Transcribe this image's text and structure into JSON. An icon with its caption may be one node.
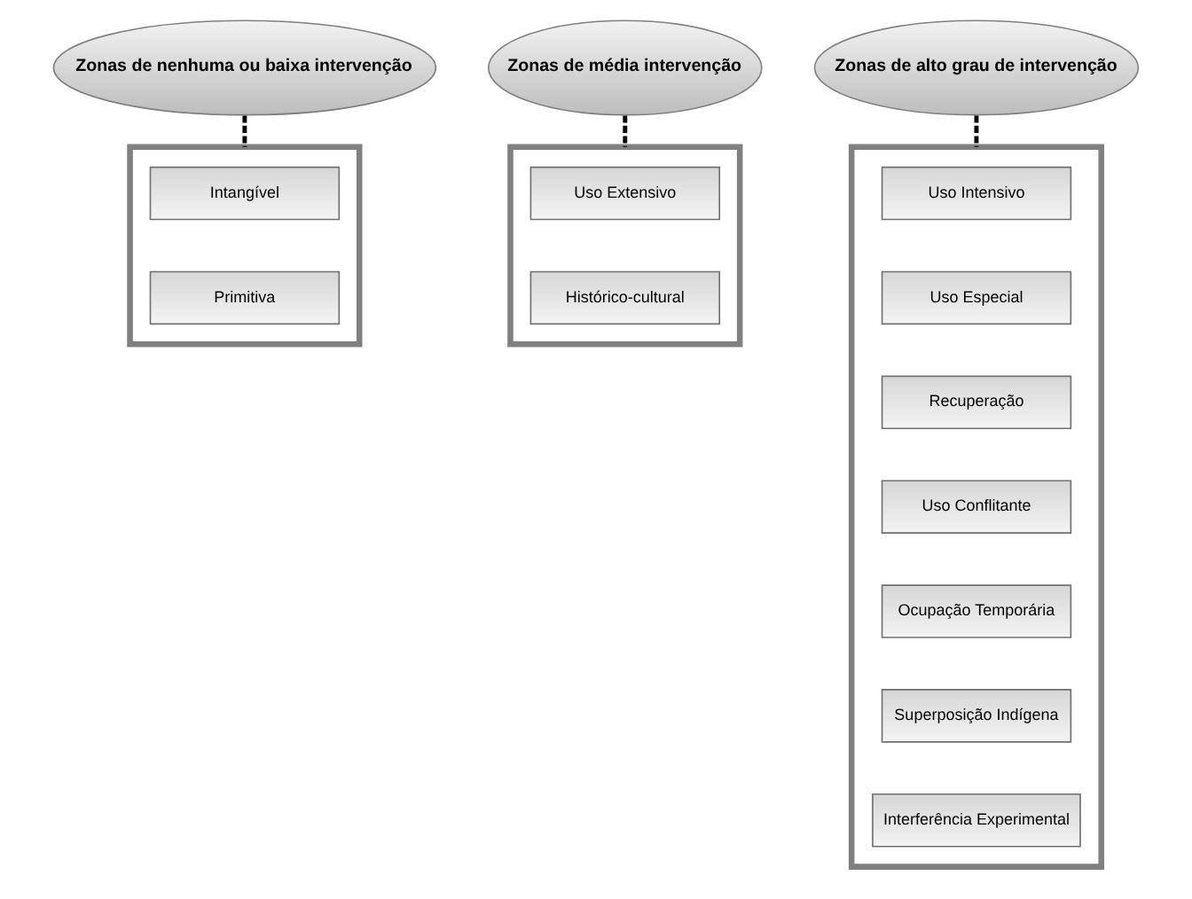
{
  "diagram": {
    "nodes": [
      {
        "text": [
          "Zonas de nenhuma ou baixa intervenção"
        ]
      },
      {
        "text": [
          "Zonas de média intervenção"
        ]
      },
      {
        "text": [
          "Zonas de alto grau de intervenção"
        ]
      },
      {
        "text": [],
        "shape": "box"
      },
      {
        "text": [
          "Intangível"
        ],
        "in": 3
      },
      {
        "text": [
          "Primitiva"
        ],
        "in": 3
      },
      {
        "text": [],
        "shape": "box"
      },
      {
        "text": [
          "Uso Extensivo"
        ],
        "in": 6
      },
      {
        "text": [
          "Histórico-cultural"
        ],
        "in": 6
      },
      {
        "text": [],
        "shape": "box"
      },
      {
        "text": [
          "Uso Intensivo"
        ],
        "in": 9
      },
      {
        "text": [
          "Uso Especial"
        ],
        "in": 9
      },
      {
        "text": [
          "Recuperação"
        ],
        "in": 9
      },
      {
        "text": [
          "Uso Conflitante"
        ],
        "in": 9
      },
      {
        "text": [
          "Ocupação Temporária"
        ],
        "in": 9
      },
      {
        "text": [
          "Superposição Indígena"
        ],
        "in": 9
      },
      {
        "text": [
          "Interferência Experimental"
        ],
        "in": 9
      }
    ],
    "edges": [
      {
        "from": 0,
        "to": 3,
        "arrow": "none",
        "style": "dashed"
      },
      {
        "from": 1,
        "to": 6,
        "arrow": "none",
        "style": "dashed"
      },
      {
        "from": 2,
        "to": 9,
        "arrow": "none",
        "style": "dashed"
      }
    ]
  }
}
